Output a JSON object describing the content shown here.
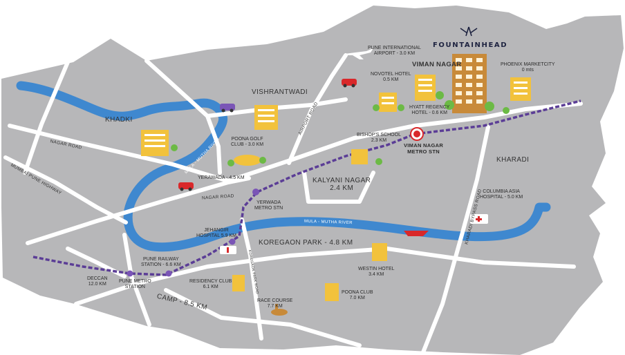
{
  "brand": {
    "name": "FOUNTAINHEAD"
  },
  "colors": {
    "land": "#b7b7b9",
    "road": "#ffffff",
    "river": "#3f88cf",
    "metro_line": "#5b3d96",
    "metro_stop": "#7a55b6",
    "station_hub": "#d9282a",
    "tower": "#c88a39",
    "building": "#f2c23c",
    "tree": "#6cba45"
  },
  "areas": {
    "viman_nagar": "VIMAN NAGAR",
    "vishrantwadi": "VISHRANTWADI",
    "khadki": "KHADKI",
    "kharadi": "KHARADI",
    "kalyani_nagar": "KALYANI NAGAR\n2.4 KM",
    "koregaon_park": "KOREGAON PARK - 4.8 KM",
    "camp": "CAMP - 8.5 KM"
  },
  "roads": {
    "nagar_road_west": "NAGAR ROAD",
    "nagar_road_east": "NAGAR ROAD",
    "mumbai_pune_highway": "MUMBAI PUNE HIGHWAY",
    "airport_road": "AIRPORT ROAD",
    "kharadi_bypass": "KHARADI BYPASS ROAD",
    "koregaon_park_road": "KOREGAON PARK ROAD"
  },
  "rivers": {
    "mula_mutha_north": "MULA - MUTHA RIVER",
    "mula_mutha_main": "MULA - MUTHA RIVER"
  },
  "landmarks": {
    "airport": "PUNE INTERNATIONAL\nAIRPORT - 3.0 KM",
    "novotel": "NOVOTEL HOTEL\n0.5 KM",
    "phoenix": "PHOENIX MARKETCITY\n0 mts",
    "hyatt": "HYATT REGENCY\nHOTEL - 0.6 KM",
    "bishops_school": "BISHOP'S SCHOOL\n2.3 KM",
    "poona_golf": "POONA GOLF\nCLUB - 3.0 KM",
    "yerawada": "YERAWADA - 4.5 KM",
    "columbia_asia": "COLUMBIA ASIA\nHOSPITAL - 5.0 KM",
    "jehangir": "JEHANGIR\nHOSPITAL 5.9 KM",
    "pune_railway": "PUNE RAILWAY\nSTATION - 6.6 KM",
    "deccan": "DECCAN\n12.0 KM",
    "westin": "WESTIN HOTEL\n3.4 KM",
    "residency_club": "RESIDENCY CLUB\n6.1 KM",
    "race_course": "RACE COURSE\n7.7 KM",
    "poona_club": "POONA CLUB\n7.0 KM"
  },
  "stations": {
    "viman_nagar_metro": "VIMAN NAGAR\nMETRO STN",
    "yerwada_metro": "YERWADA\nMETRO STN",
    "pune_metro": "PUNE METRO\nSTATION"
  },
  "icons": {
    "logo": "winged-crest-icon",
    "airplane": "airplane-icon",
    "car": "car-icon",
    "boat": "boat-icon",
    "metro_hub": "metro-station-icon",
    "ambulance": "ambulance-icon",
    "horse": "horse-rider-icon"
  }
}
